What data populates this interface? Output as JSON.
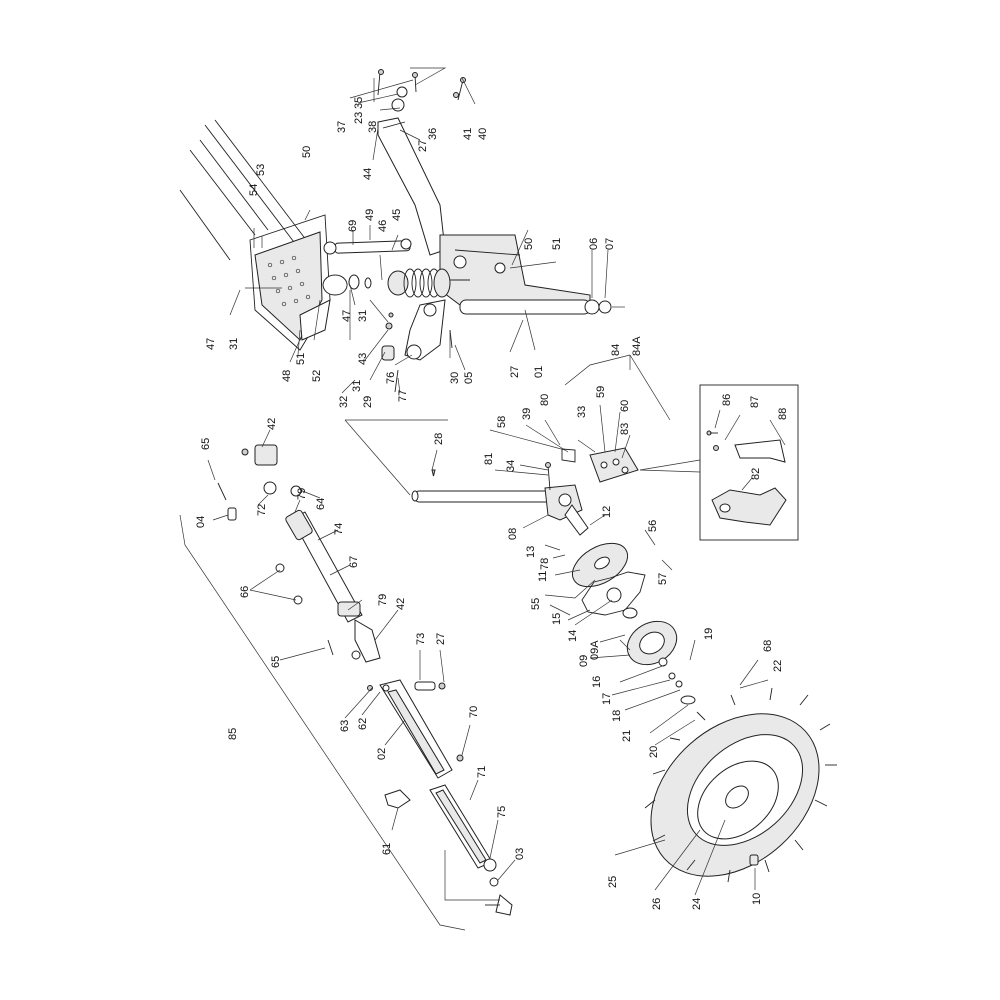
{
  "colors": {
    "ink": "#222222",
    "paper": "#ffffff",
    "shade": "#e9e9e9"
  },
  "callouts": {
    "c01": "01",
    "c02": "02",
    "c03": "03",
    "c04": "04",
    "c05": "05",
    "c06": "06",
    "c07": "07",
    "c08": "08",
    "c09": "09",
    "c09A": "09A",
    "c10": "10",
    "c11": "11",
    "c12": "12",
    "c13": "13",
    "c14": "14",
    "c15": "15",
    "c16": "16",
    "c17": "17",
    "c18": "18",
    "c19": "19",
    "c20": "20",
    "c21": "21",
    "c22": "22",
    "c23": "23",
    "c24": "24",
    "c25": "25",
    "c26": "26",
    "c27": "27",
    "c28": "28",
    "c29": "29",
    "c30": "30",
    "c31": "31",
    "c32": "32",
    "c33": "33",
    "c34": "34",
    "c35": "35",
    "c36": "36",
    "c37": "37",
    "c38": "38",
    "c39": "39",
    "c40": "40",
    "c41": "41",
    "c42": "42",
    "c43": "43",
    "c44": "44",
    "c45": "45",
    "c46": "46",
    "c47": "47",
    "c48": "48",
    "c49": "49",
    "c50": "50",
    "c51": "51",
    "c52": "52",
    "c53": "53",
    "c54": "54",
    "c55": "55",
    "c56": "56",
    "c57": "57",
    "c58": "58",
    "c59": "59",
    "c60": "60",
    "c61": "61",
    "c62": "62",
    "c63": "63",
    "c64": "64",
    "c65": "65",
    "c66": "66",
    "c67": "67",
    "c68": "68",
    "c69": "69",
    "c70": "70",
    "c71": "71",
    "c72": "72",
    "c73": "73",
    "c74": "74",
    "c75": "75",
    "c76": "76",
    "c77": "77",
    "c78": "78",
    "c79": "79",
    "c80": "80",
    "c81": "81",
    "c82": "82",
    "c83": "83",
    "c84": "84",
    "c84A": "84A",
    "c85": "85",
    "c86": "86",
    "c87": "87",
    "c88": "88"
  }
}
